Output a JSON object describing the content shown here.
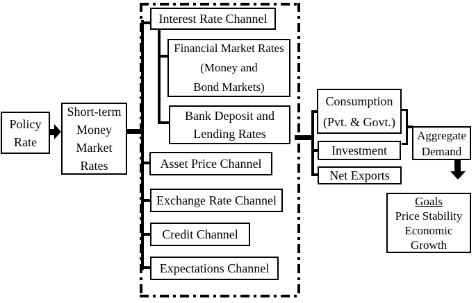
{
  "colors": {
    "line": "#000000",
    "background": "#ffffff",
    "box_background": "#ffffff"
  },
  "nodes": {
    "policy_rate": {
      "lines": [
        "Policy",
        "Rate"
      ]
    },
    "short_term": {
      "lines": [
        "Short-term",
        "Money",
        "Market",
        "Rates"
      ]
    },
    "interest_rate_channel": {
      "label": "Interest Rate Channel"
    },
    "financial_market_rates": {
      "lines": [
        "Financial Market Rates",
        "(Money and",
        "Bond Markets)"
      ]
    },
    "bank_deposit": {
      "lines": [
        "Bank Deposit and",
        "Lending Rates"
      ]
    },
    "asset_price_channel": {
      "label": "Asset Price Channel"
    },
    "exchange_rate_channel": {
      "label": "Exchange Rate Channel"
    },
    "credit_channel": {
      "label": "Credit Channel"
    },
    "expectations_channel": {
      "label": "Expectations Channel"
    },
    "consumption": {
      "lines": [
        "Consumption",
        "(Pvt. & Govt.)"
      ]
    },
    "investment": {
      "label": "Investment"
    },
    "net_exports": {
      "label": "Net Exports"
    },
    "aggregate_demand": {
      "lines": [
        "Aggregate",
        "Demand"
      ]
    },
    "goals": {
      "heading": "Goals",
      "lines": [
        "Price Stability",
        "Economic",
        "Growth"
      ]
    }
  },
  "edges": [
    {
      "from": "policy_rate",
      "to": "short_term",
      "style": "thick-arrow"
    },
    {
      "from": "short_term",
      "to": "channels_group",
      "style": "thick-line"
    },
    {
      "from": "channels_spine",
      "to": "interest_rate_channel",
      "style": "line"
    },
    {
      "from": "interest_rate_channel",
      "to": "financial_market_rates",
      "style": "line"
    },
    {
      "from": "interest_rate_channel",
      "to": "bank_deposit",
      "style": "line"
    },
    {
      "from": "channels_spine",
      "to": "asset_price_channel",
      "style": "line"
    },
    {
      "from": "channels_spine",
      "to": "exchange_rate_channel",
      "style": "line"
    },
    {
      "from": "channels_spine",
      "to": "credit_channel",
      "style": "line"
    },
    {
      "from": "channels_spine",
      "to": "expectations_channel",
      "style": "line"
    },
    {
      "from": "channels_group",
      "to": "demand_components",
      "style": "thick-line"
    },
    {
      "from": "demand_spine",
      "to": "consumption",
      "style": "line"
    },
    {
      "from": "demand_spine",
      "to": "investment",
      "style": "line"
    },
    {
      "from": "demand_spine",
      "to": "net_exports",
      "style": "line"
    },
    {
      "from": "consumption_and_investment",
      "to": "aggregate_demand",
      "style": "bracket"
    },
    {
      "from": "aggregate_demand",
      "to": "goals",
      "style": "thick-arrow"
    }
  ]
}
